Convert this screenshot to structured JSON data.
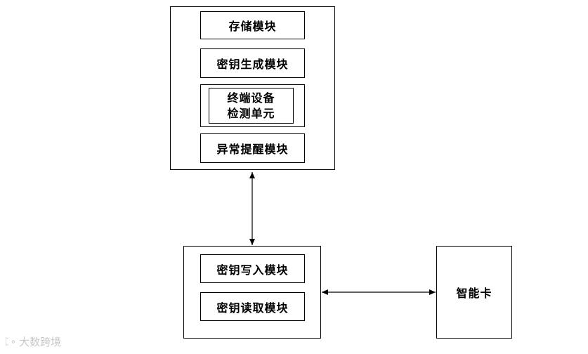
{
  "top_module": {
    "storage": "存储模块",
    "key_gen": "密钥生成模块",
    "detect_line1": "终端设备",
    "detect_line2": "检测单元",
    "alert": "异常提醒模块"
  },
  "middle_module": {
    "write": "密钥写入模块",
    "read": "密钥读取模块"
  },
  "smart_card": "智能卡",
  "watermark": "大数跨境"
}
